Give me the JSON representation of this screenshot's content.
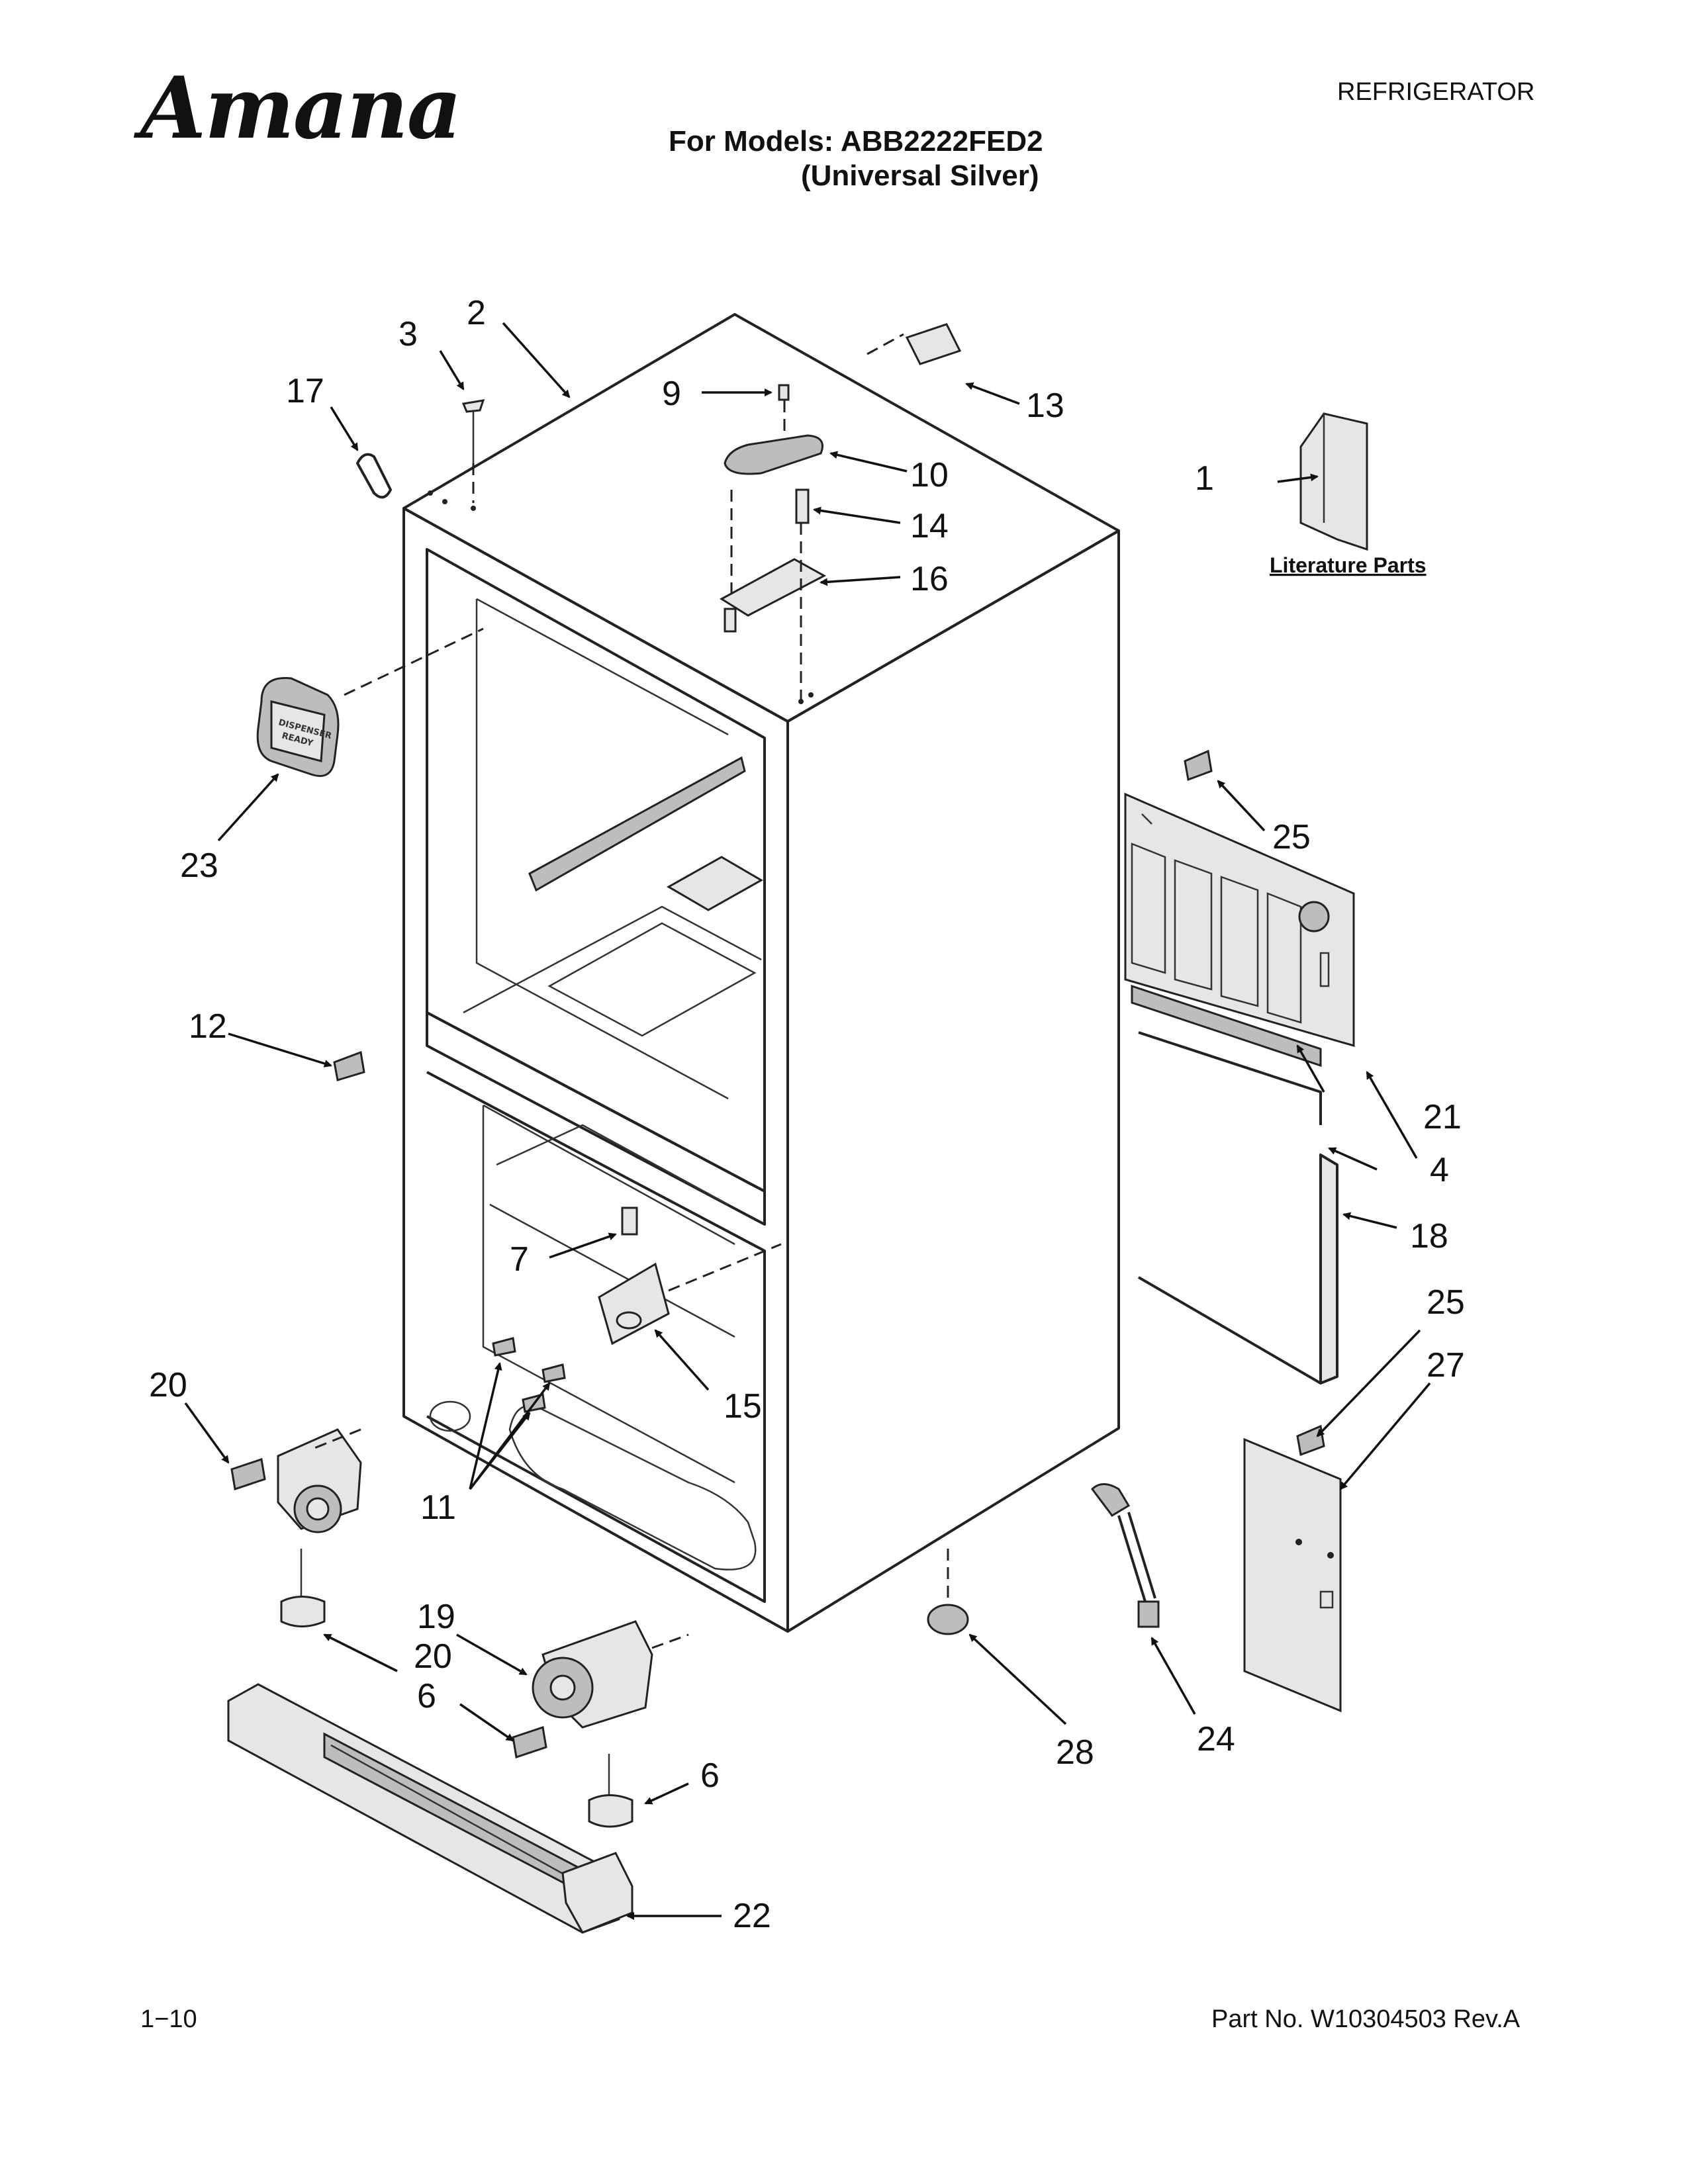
{
  "header": {
    "brand": "Amana",
    "category": "REFRIGERATOR",
    "models_line1": "For Models: ABB2222FED2",
    "models_line2": "(Universal Silver)"
  },
  "footer": {
    "page_number": "1−10",
    "part_number": "Part No. W10304503 Rev.A"
  },
  "literature_label": "Literature Parts",
  "control_text": [
    "DISPENSER",
    "READY"
  ],
  "callouts": [
    {
      "id": "c1",
      "label": "1"
    },
    {
      "id": "c2",
      "label": "2"
    },
    {
      "id": "c3",
      "label": "3"
    },
    {
      "id": "c4",
      "label": "4"
    },
    {
      "id": "c6a",
      "label": "6"
    },
    {
      "id": "c6b",
      "label": "6"
    },
    {
      "id": "c7",
      "label": "7"
    },
    {
      "id": "c9",
      "label": "9"
    },
    {
      "id": "c10",
      "label": "10"
    },
    {
      "id": "c11",
      "label": "11"
    },
    {
      "id": "c12",
      "label": "12"
    },
    {
      "id": "c13",
      "label": "13"
    },
    {
      "id": "c14",
      "label": "14"
    },
    {
      "id": "c15",
      "label": "15"
    },
    {
      "id": "c16",
      "label": "16"
    },
    {
      "id": "c17",
      "label": "17"
    },
    {
      "id": "c18",
      "label": "18"
    },
    {
      "id": "c19",
      "label": "19"
    },
    {
      "id": "c20a",
      "label": "20"
    },
    {
      "id": "c20b",
      "label": "20"
    },
    {
      "id": "c21",
      "label": "21"
    },
    {
      "id": "c22",
      "label": "22"
    },
    {
      "id": "c23",
      "label": "23"
    },
    {
      "id": "c24",
      "label": "24"
    },
    {
      "id": "c25a",
      "label": "25"
    },
    {
      "id": "c25b",
      "label": "25"
    },
    {
      "id": "c27",
      "label": "27"
    },
    {
      "id": "c28",
      "label": "28"
    }
  ]
}
